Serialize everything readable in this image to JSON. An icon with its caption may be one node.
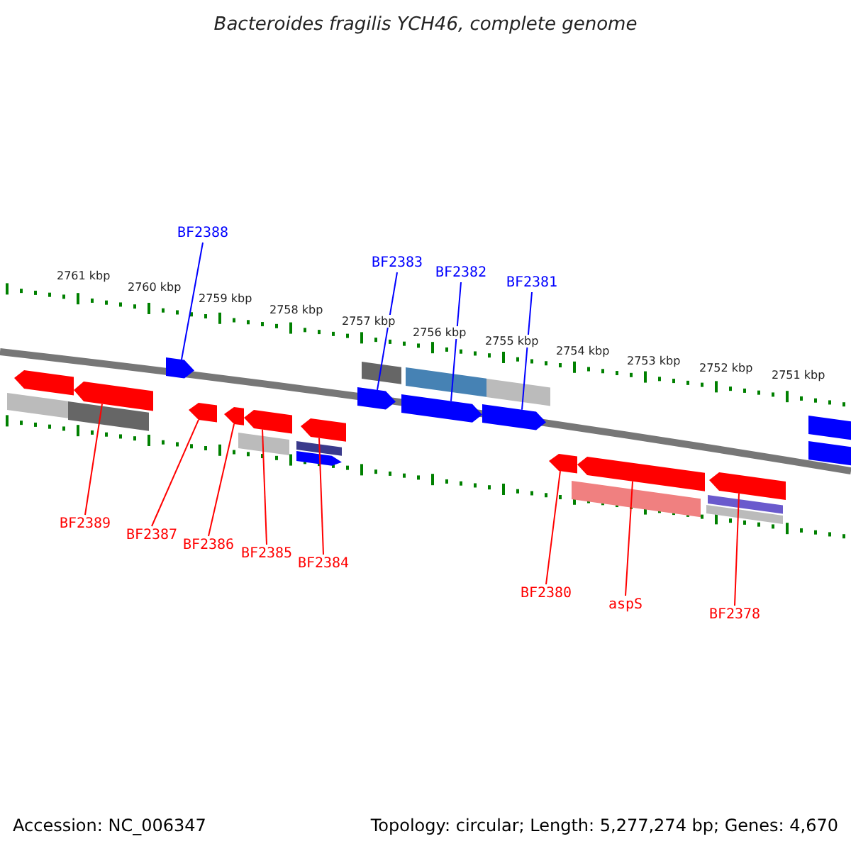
{
  "diagram": {
    "title": "Bacteroides fragilis YCH46, complete genome",
    "nodes": [
      {
        "text": [
          "BF2388"
        ]
      },
      {
        "text": [
          "BF2383"
        ]
      },
      {
        "text": [
          "BF2382"
        ]
      },
      {
        "text": [
          "BF2381"
        ]
      },
      {
        "text": [
          "BF2389"
        ]
      },
      {
        "text": [
          "BF2387"
        ]
      },
      {
        "text": [
          "BF2386"
        ]
      },
      {
        "text": [
          "BF2385"
        ]
      },
      {
        "text": [
          "BF2384"
        ]
      },
      {
        "text": [
          "BF2380"
        ]
      },
      {
        "text": [
          "aspS"
        ]
      },
      {
        "text": [
          "BF2378"
        ]
      },
      {
        "text": [],
        "shape": "arrow"
      },
      {
        "text": [],
        "shape": "arrow"
      },
      {
        "text": [],
        "shape": "arrow"
      },
      {
        "text": [],
        "shape": "arrow"
      },
      {
        "text": [],
        "shape": "arrow"
      },
      {
        "text": [],
        "shape": "arrow"
      },
      {
        "text": [],
        "shape": "arrow"
      },
      {
        "text": [],
        "shape": "arrow"
      },
      {
        "text": [],
        "shape": "arrow"
      },
      {
        "text": [],
        "shape": "arrow"
      },
      {
        "text": [],
        "shape": "arrow"
      },
      {
        "text": [],
        "shape": "arrow"
      }
    ],
    "edges": [
      {
        "from": 0,
        "to": 13,
        "arrow": "none",
        "color": "#0000ff"
      },
      {
        "from": 1,
        "to": 18,
        "arrow": "none",
        "color": "#0000ff"
      },
      {
        "from": 2,
        "to": 19,
        "arrow": "none",
        "color": "#0000ff"
      },
      {
        "from": 3,
        "to": 20,
        "arrow": "none",
        "color": "#0000ff"
      },
      {
        "from": 4,
        "to": 12,
        "arrow": "none"
      },
      {
        "from": 5,
        "to": 14,
        "arrow": "none"
      },
      {
        "from": 6,
        "to": 15,
        "arrow": "none"
      },
      {
        "from": 7,
        "to": 16,
        "arrow": "none"
      },
      {
        "from": 8,
        "to": 17,
        "arrow": "none"
      },
      {
        "from": 9,
        "to": 21,
        "arrow": "none"
      },
      {
        "from": 10,
        "to": 22,
        "arrow": "none"
      },
      {
        "from": 11,
        "to": 23,
        "arrow": "none"
      }
    ],
    "labels": [
      "2761 kbp",
      "2760 kbp",
      "2759 kbp",
      "2758 kbp",
      "2757 kbp",
      "2756 kbp",
      "2755 kbp",
      "2754 kbp",
      "2753 kbp",
      "2752 kbp",
      "2751 kbp",
      "Accession: NC_006347",
      "Topology: circular; Length: 5,277,274 bp; Genes: 4,670"
    ]
  }
}
